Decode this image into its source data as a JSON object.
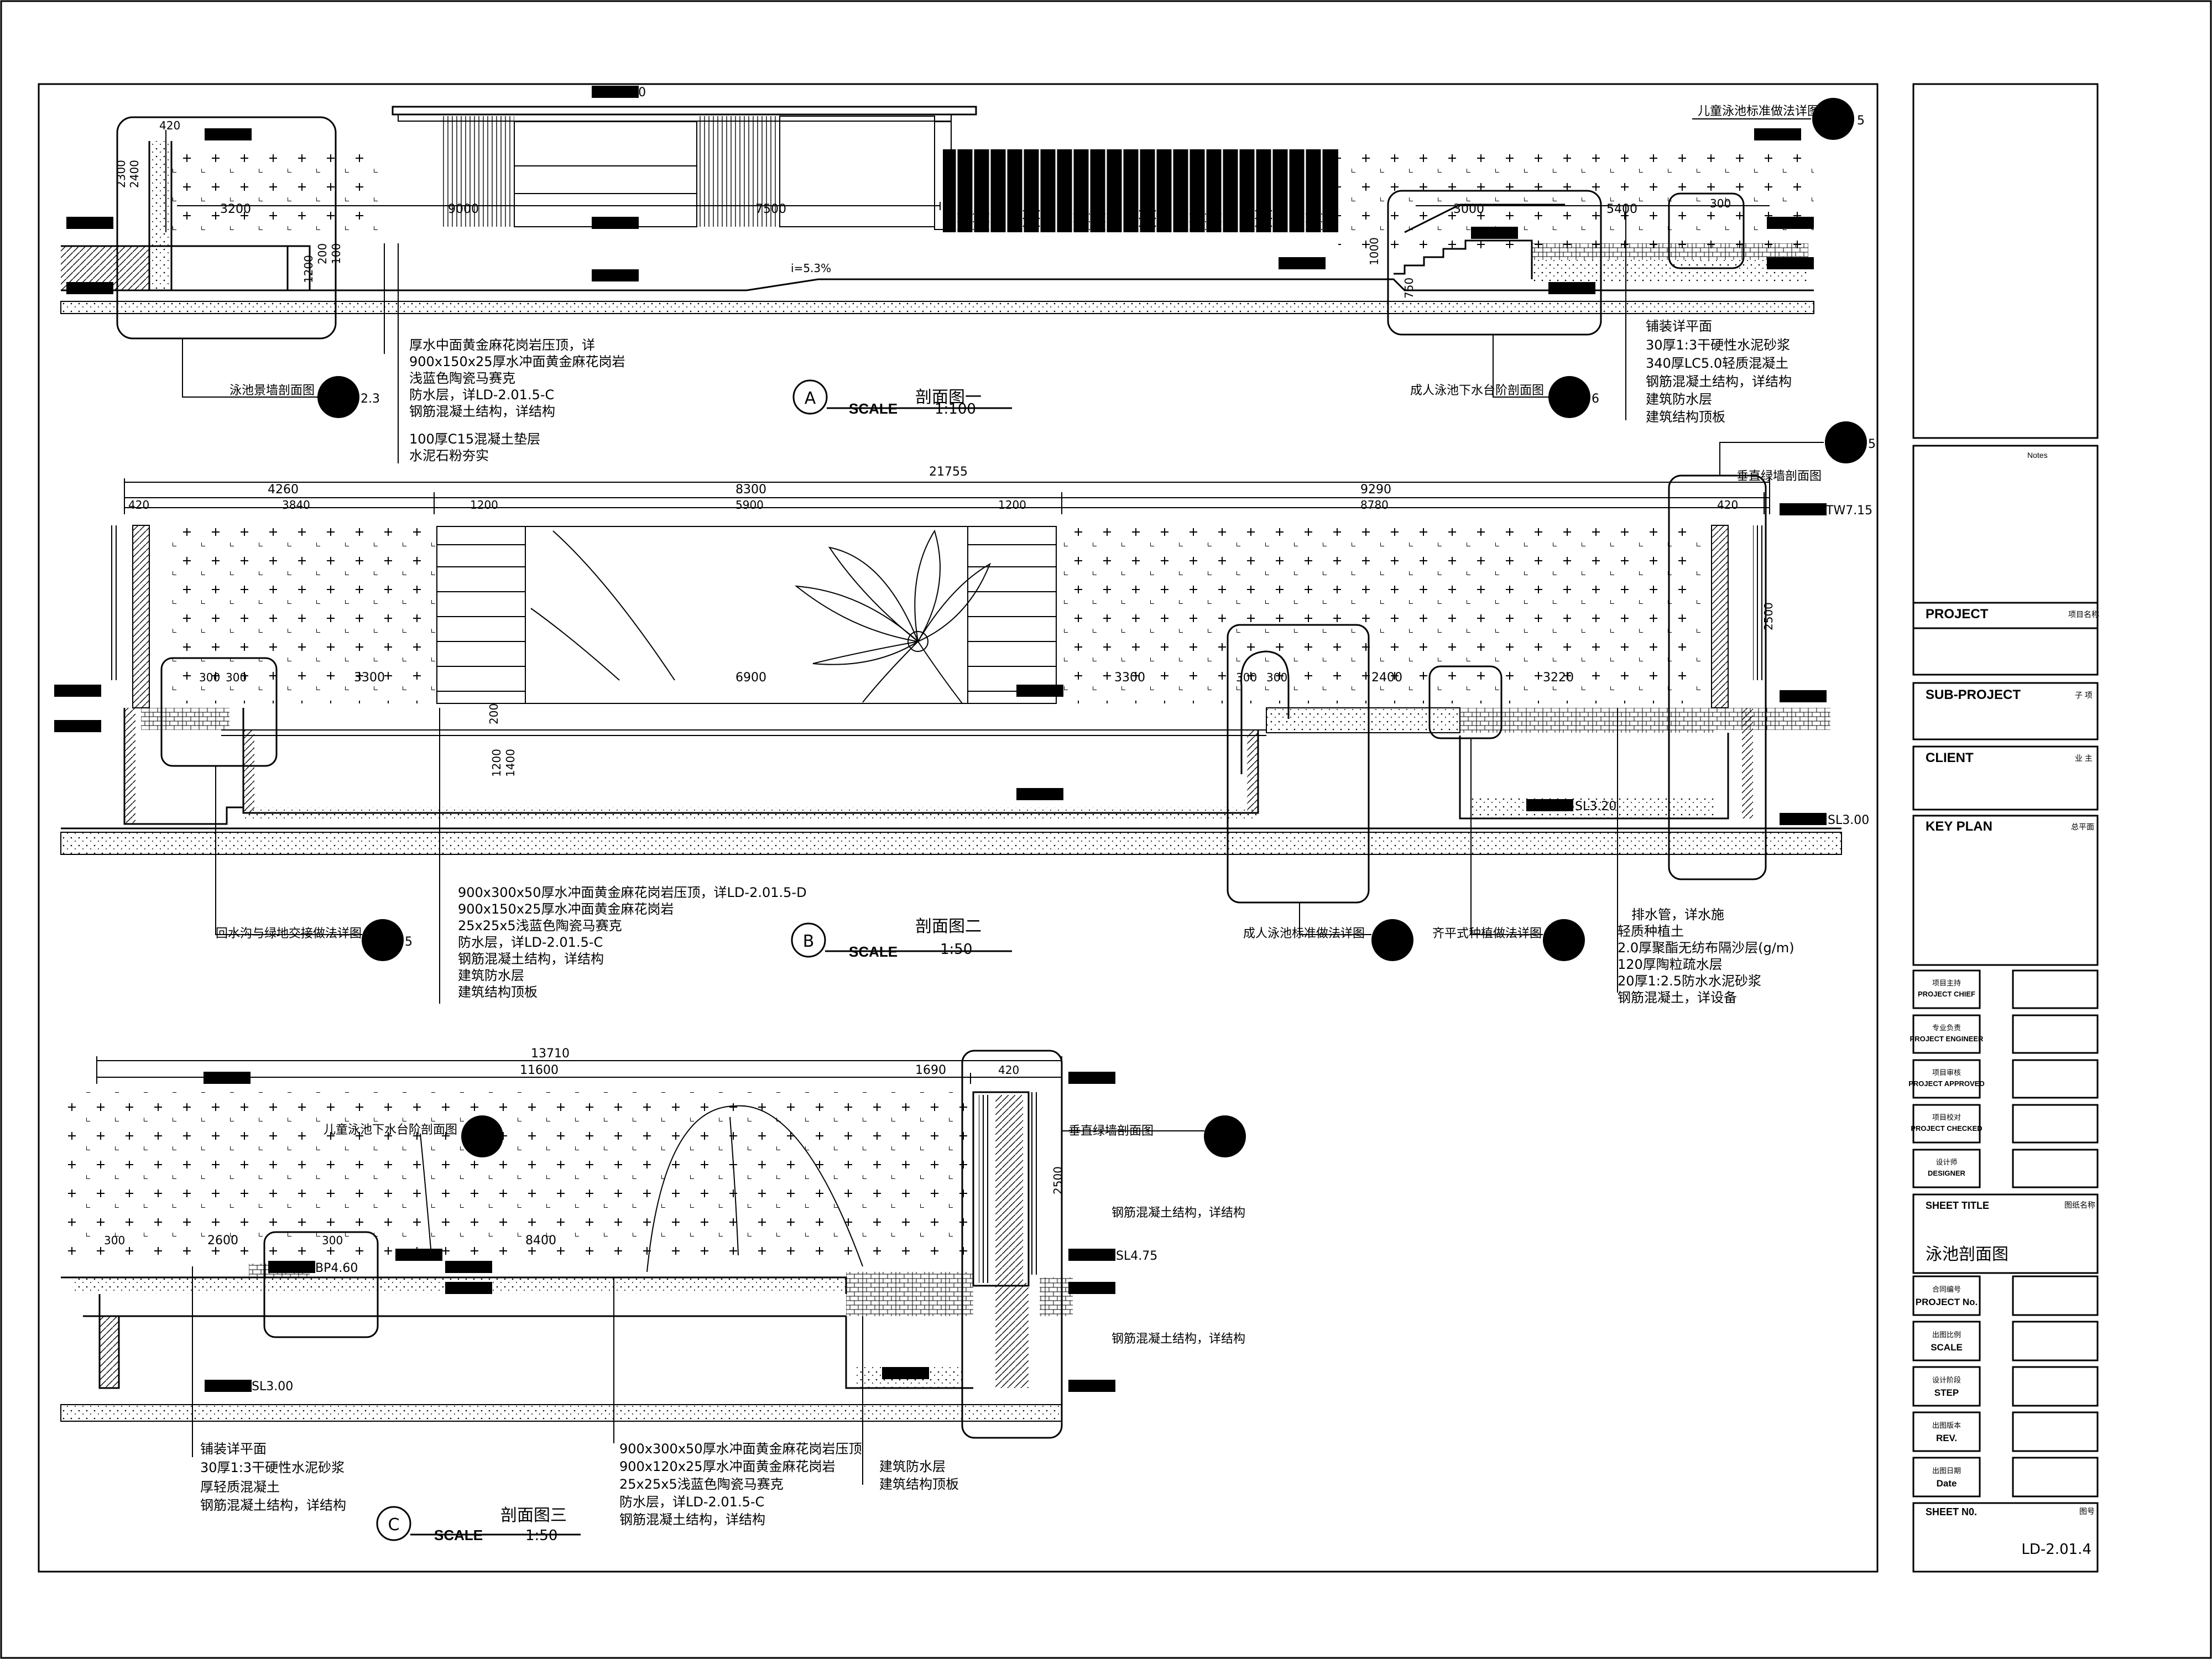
{
  "sheet": {
    "project_label": "PROJECT",
    "project_cn": "项目名称",
    "subproject_label": "SUB-PROJECT",
    "subproject_cn": "子 项",
    "client_label": "CLIENT",
    "client_cn": "业 主",
    "keyplan_label": "KEY PLAN",
    "keyplan_cn": "总平面",
    "notes_label": "Notes",
    "roles": [
      {
        "cn": "项目主持",
        "en": "PROJECT CHIEF"
      },
      {
        "cn": "专业负责",
        "en": "PROJECT ENGINEER"
      },
      {
        "cn": "项目审核",
        "en": "PROJECT APPROVED"
      },
      {
        "cn": "项目校对",
        "en": "PROJECT CHECKED"
      },
      {
        "cn": "设计师",
        "en": "DESIGNER"
      }
    ],
    "sheet_title_label": "SHEET TITLE",
    "sheet_title_cn": "图纸名称",
    "sheet_title": "泳池剖面图",
    "meta": [
      {
        "cn": "合同编号",
        "en": "PROJECT No."
      },
      {
        "cn": "出图比例",
        "en": "SCALE"
      },
      {
        "cn": "设计阶段",
        "en": "STEP"
      },
      {
        "cn": "出图版本",
        "en": "REV."
      },
      {
        "cn": "出图日期",
        "en": "Date"
      }
    ],
    "sheet_no_label": "SHEET N0.",
    "sheet_no_cn": "图号",
    "sheet_no": "LD-2.01.4"
  },
  "section_a": {
    "letter": "A",
    "title": "剖面图一",
    "scale_label": "SCALE",
    "scale": "1:100",
    "dims": [
      "420",
      "2300",
      "2400",
      "3200",
      "9000",
      "7500",
      "3000",
      "5400",
      "300",
      "1200",
      "200",
      "100",
      "1000",
      "750",
      "i=5.3%"
    ],
    "elev": "TW8.30",
    "callouts": [
      "儿童泳池标准做法详图",
      "泳池景墙剖面图",
      "成人泳池下水台阶剖面图"
    ],
    "callout_nums": [
      "5",
      "2.3",
      "6"
    ],
    "notes_left": [
      "厚水中面黄金麻花岗岩压顶，详",
      "900x150x25厚水冲面黄金麻花岗岩",
      "浅蓝色陶瓷马赛克",
      "防水层，详LD-2.01.5-C",
      "钢筋混凝土结构，详结构",
      "100厚C15混凝土垫层",
      "水泥石粉夯实"
    ],
    "notes_right": [
      "铺装详平面",
      "30厚1:3干硬性水泥砂浆",
      "340厚LC5.0轻质混凝土",
      "钢筋混凝土结构，详结构",
      "建筑防水层",
      "建筑结构顶板"
    ]
  },
  "section_b": {
    "letter": "B",
    "title": "剖面图二",
    "scale_label": "SCALE",
    "scale": "1:50",
    "dims_top": [
      "21755",
      "4260",
      "8300",
      "9290",
      "420",
      "3840",
      "1200",
      "5900",
      "1200",
      "8780",
      "420"
    ],
    "dims_mid": [
      "300",
      "300",
      "3300",
      "6900",
      "3300",
      "300",
      "300",
      "2400",
      "3220",
      "200",
      "1200",
      "1400",
      "2500"
    ],
    "elevs": [
      "TW7.15",
      "SL3.20",
      "SL3.00"
    ],
    "callouts": [
      "垂直绿墙剖面图",
      "回水沟与绿地交接做法详图",
      "成人泳池标准做法详图",
      "齐平式种植做法详图"
    ],
    "callout_nums": [
      "5",
      "5"
    ],
    "notes_left": [
      "900x300x50厚水冲面黄金麻花岗岩压顶，详LD-2.01.5-D",
      "900x150x25厚水冲面黄金麻花岗岩",
      "25x25x5浅蓝色陶瓷马赛克",
      "防水层，详LD-2.01.5-C",
      "钢筋混凝土结构，详结构",
      "建筑防水层",
      "建筑结构顶板"
    ],
    "notes_right": [
      "排水管，详水施",
      "轻质种植土",
      "2.0厚聚酯无纺布隔沙层(g/m)",
      "120厚陶粒疏水层",
      "20厚1:2.5防水水泥砂浆",
      "钢筋混凝土，详设备"
    ]
  },
  "section_c": {
    "letter": "C",
    "title": "剖面图三",
    "scale_label": "SCALE",
    "scale": "1:50",
    "dims": [
      "13710",
      "11600",
      "1690",
      "420",
      "300",
      "2600",
      "300",
      "8400",
      "2500"
    ],
    "elevs": [
      "SL4.75",
      "SL3.00",
      "BP4.60"
    ],
    "callouts": [
      "儿童泳池下水台阶剖面图",
      "垂直绿墙剖面图"
    ],
    "notes_mid": [
      "钢筋混凝土结构，详结构",
      "钢筋混凝土结构，详结构"
    ],
    "notes_left": [
      "铺装详平面",
      "30厚1:3干硬性水泥砂浆",
      "厚轻质混凝土",
      "钢筋混凝土结构，详结构"
    ],
    "notes_center": [
      "900x300x50厚水冲面黄金麻花岗岩压顶",
      "900x120x25厚水冲面黄金麻花岗岩",
      "25x25x5浅蓝色陶瓷马赛克",
      "防水层，详LD-2.01.5-C",
      "钢筋混凝土结构，详结构"
    ],
    "notes_right": [
      "建筑防水层",
      "建筑结构顶板"
    ]
  }
}
